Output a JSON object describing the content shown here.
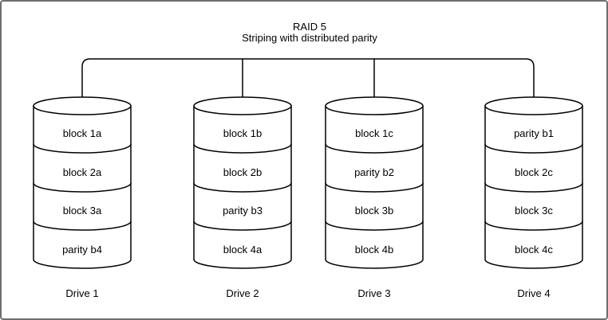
{
  "title": "RAID 5",
  "subtitle": "Striping with distributed parity",
  "drives": [
    {
      "name": "Drive 1",
      "blocks": [
        "block 1a",
        "block 2a",
        "block 3a",
        "parity b4"
      ]
    },
    {
      "name": "Drive 2",
      "blocks": [
        "block 1b",
        "block 2b",
        "parity b3",
        "block 4a"
      ]
    },
    {
      "name": "Drive 3",
      "blocks": [
        "block 1c",
        "parity b2",
        "block 3b",
        "block 4b"
      ]
    },
    {
      "name": "Drive 4",
      "blocks": [
        "parity b1",
        "block 2c",
        "block 3c",
        "block 4c"
      ]
    }
  ],
  "colors": {
    "line": "#000000",
    "text": "#000000",
    "background": "#ffffff",
    "border": "#6e6e6e"
  }
}
